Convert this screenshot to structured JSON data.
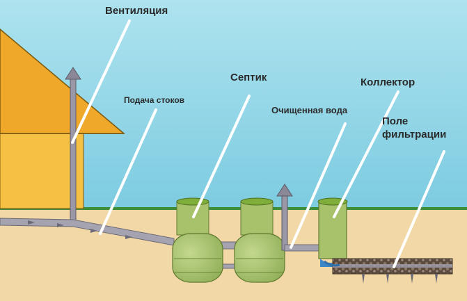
{
  "labels": {
    "ventilation": "Вентиляция",
    "waste_supply": "Подача стоков",
    "septic": "Септик",
    "collector": "Коллектор",
    "clean_water": "Очищенная вода",
    "filter_field_line1": "Поле",
    "filter_field_line2": "фильтрации"
  },
  "colors": {
    "sky": "#8fd6e8",
    "ground": "#f2d8a6",
    "grass": "#3f8c3a",
    "house_wall": "#f5c043",
    "roof": "#f0a82b",
    "tank_body": "#a8c26c",
    "tank_lid": "#7fae3a",
    "pipe": "#9a98a6",
    "gravel": "#6e5b4c",
    "water": "#3b86c7",
    "pointer": "#ffffff"
  }
}
